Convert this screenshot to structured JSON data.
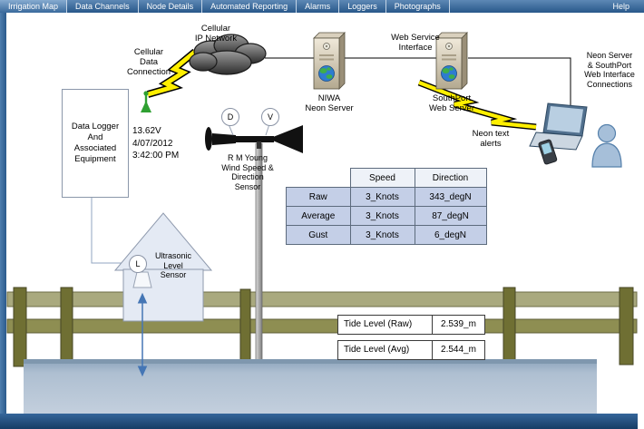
{
  "tabs": {
    "items": [
      {
        "label": "Irrigation Map",
        "selected": true
      },
      {
        "label": "Data Channels"
      },
      {
        "label": "Node Details"
      },
      {
        "label": "Automated Reporting"
      },
      {
        "label": "Alarms"
      },
      {
        "label": "Loggers"
      },
      {
        "label": "Photographs"
      }
    ],
    "help_label": "Help"
  },
  "network": {
    "cloud_label": "Cellular\nIP Network",
    "cellular_connection_label": "Cellular\nData\nConnection",
    "web_service_label": "Web Service\nInterface",
    "niwa_server_label": "NIWA\nNeon Server",
    "southport_server_label": "SouthPort\nWeb Server",
    "connections_label": "Neon Server\n& SouthPort\nWeb Interface\nConnections",
    "neon_alerts_label": "Neon text\nalerts"
  },
  "logger": {
    "box_label": "Data Logger\nAnd\nAssociated\nEquipment",
    "voltage": "13.62V",
    "date": "4/07/2012",
    "time": "3:42:00 PM"
  },
  "wind_sensor": {
    "label": "R M Young\nWind Speed &\nDirection\nSensor",
    "direction_badge": "D",
    "velocity_badge": "V"
  },
  "level_sensor": {
    "label": "Ultrasonic\nLevel\nSensor",
    "badge": "L"
  },
  "wind_table": {
    "headers": {
      "speed": "Speed",
      "direction": "Direction"
    },
    "rows": [
      {
        "label": "Raw",
        "speed": "3_Knots",
        "direction": "343_degN"
      },
      {
        "label": "Average",
        "speed": "3_Knots",
        "direction": "87_degN"
      },
      {
        "label": "Gust",
        "speed": "3_Knots",
        "direction": "6_degN"
      }
    ]
  },
  "tide": {
    "raw_label": "Tide Level (Raw)",
    "raw_value": "2.539_m",
    "avg_label": "Tide Level (Avg)",
    "avg_value": "2.544_m"
  },
  "icons": {
    "cloud-icon": "dark cumulus cloud shape",
    "lightning-bolt-icon": "yellow zigzag bolt",
    "server-icon": "beige tower server with globe",
    "globe-icon": "blue/green globe",
    "laptop-icon": "laptop",
    "person-icon": "blue person silhouette",
    "phone-icon": "mobile phone",
    "wind-vane-icon": "black anemometer vane",
    "antenna-icon": "green antenna",
    "level-arrow-icon": "blue double-headed arrow",
    "house-shape": "sensor hut",
    "dock-structure": "olive timber jetty",
    "water-surface": "estuary water"
  },
  "colors": {
    "tab_bar": "#33618f",
    "footer_bar": "#1d4e7c",
    "water": "#b7c5d5",
    "dock_rail": "#a9a97e",
    "dock_post": "#6f6f33",
    "bolt_yellow": "#ffef00",
    "table_cell": "#c4cfe7",
    "diagram_blue": "#4576b5"
  }
}
